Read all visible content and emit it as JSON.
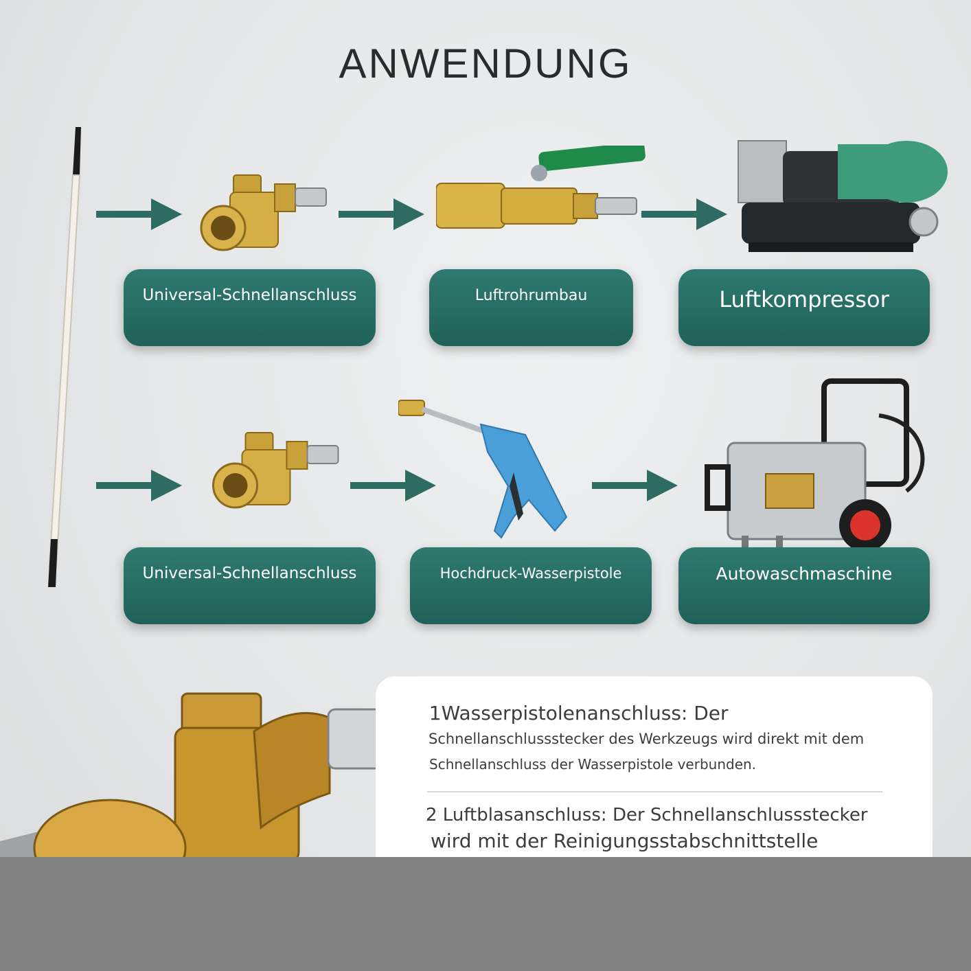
{
  "title": "ANWENDUNG",
  "row1": {
    "labels": [
      "Universal-Schnellanschluss",
      "Luftrohrumbau",
      "Luftkompressor"
    ]
  },
  "row2": {
    "labels": [
      "Universal-Schnellanschluss",
      "Hochdruck-Wasserpistole",
      "Autowaschmaschine"
    ]
  },
  "info": {
    "item1_line1": " 1Wasserpistolenanschluss: Der",
    "item1_line2": "Schnellanschlussstecker des Werkzeugs wird direkt mit dem",
    "item1_line3": "Schnellanschluss der Wasserpistole verbunden.",
    "item2_line1": "2 Luftblasanschluss: Der Schnellanschlussstecker",
    "item2_line2": "wird mit der Reinigungsstabschnittstelle"
  },
  "colors": {
    "accent_teal": "#1f6158",
    "arrow_teal": "#2e6b62",
    "brass": "#c9a13a",
    "gun_blue": "#4a9fd8",
    "compressor_green": "#3e9b7c",
    "band_gray": "#838383"
  },
  "icons": [
    "cleaning-rod-icon",
    "arrow-right-icon",
    "quick-coupler-icon",
    "ball-valve-adapter-icon",
    "air-compressor-icon",
    "spray-gun-icon",
    "pressure-washer-icon"
  ]
}
